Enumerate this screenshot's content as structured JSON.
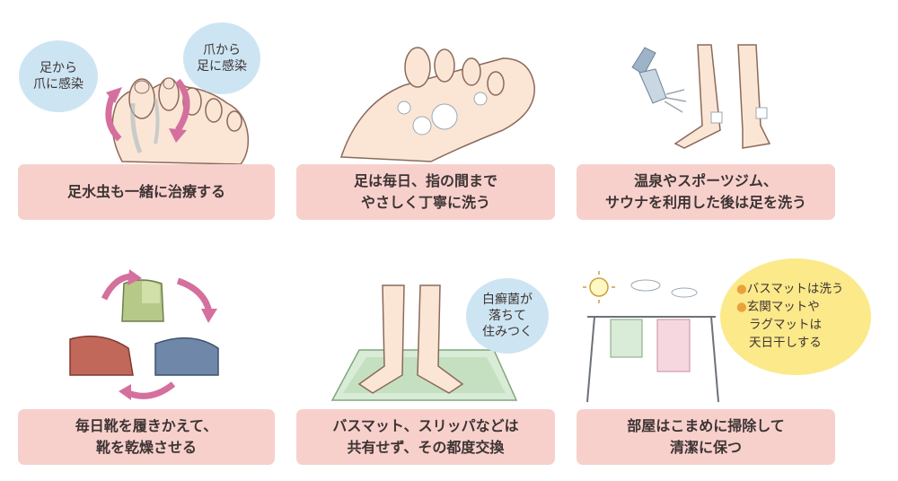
{
  "panels": [
    {
      "caption": [
        "足水虫も一緒に治療する"
      ],
      "bubbles": [
        [
          "足から",
          "爪に感染"
        ],
        [
          "爪から",
          "足に感染"
        ]
      ]
    },
    {
      "caption": [
        "足は毎日、指の間まで",
        "やさしく丁寧に洗う"
      ]
    },
    {
      "caption": [
        "温泉やスポーツジム、",
        "サウナを利用した後は足を洗う"
      ]
    },
    {
      "caption": [
        "毎日靴を履きかえて、",
        "靴を乾燥させる"
      ]
    },
    {
      "caption": [
        "バスマット、スリッパなどは",
        "共有せず、その都度交換"
      ],
      "bubble": [
        "白癬菌が",
        "落ちて",
        "住みつく"
      ]
    },
    {
      "caption": [
        "部屋はこまめに掃除して",
        "清潔に保つ"
      ],
      "bubble_list": [
        "バスマットは洗う",
        "玄関マットや",
        "ラグマットは",
        "天日干しする"
      ]
    }
  ]
}
